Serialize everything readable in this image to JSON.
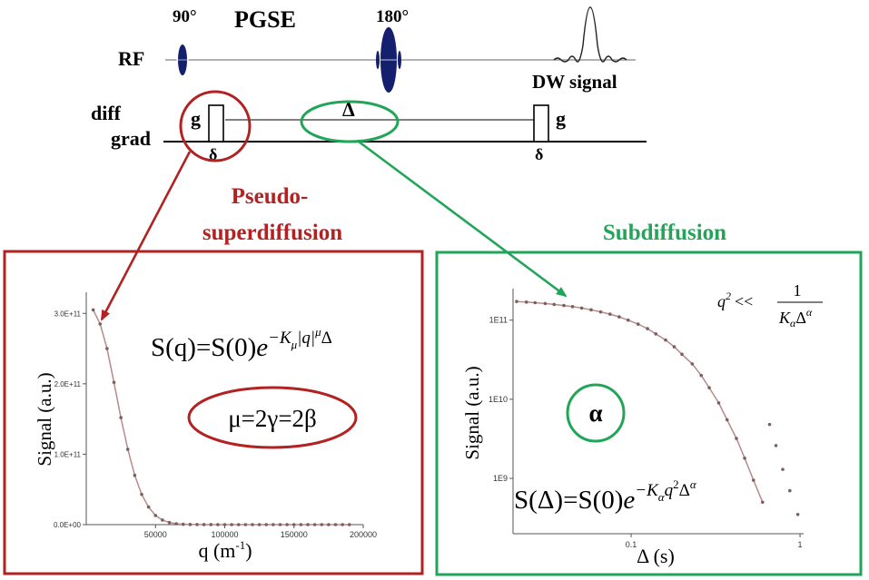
{
  "sequence": {
    "title": "PGSE",
    "pulse_90_label": "90°",
    "pulse_180_label": "180°",
    "rf_label": "RF",
    "dw_signal_label": "DW signal",
    "diff_label": "diff",
    "grad_label": "grad",
    "g_left": "g",
    "g_right": "g",
    "delta_left": "δ",
    "delta_right": "δ",
    "big_delta": "Δ"
  },
  "colors": {
    "red": "#b22222",
    "green": "#22a559",
    "pulse": "#14206e",
    "curve": "#b98a8a",
    "dots": "#7a6060"
  },
  "left_panel": {
    "heading_line1": "Pseudo-",
    "heading_line2": "superdiffusion",
    "ylabel": "Signal (a.u.)",
    "xlabel_main": "q (m",
    "xlabel_sup": "-1",
    "xlabel_close": ")",
    "eq_prefix": "S(q)=S(0)",
    "eq_e": "e",
    "eq_exp": "−K",
    "eq_exp_sub": "μ",
    "eq_exp_rest": "|q|",
    "eq_exp_mu": "μ",
    "eq_exp_delta": "Δ",
    "relation": "μ=2γ=2β"
  },
  "right_panel": {
    "heading": "Subdiffusion",
    "ylabel": "Signal (a.u.)",
    "xlabel": "Δ (s)",
    "alpha_label": "α",
    "cond_lhs": "q",
    "cond_lhs_sup": "2",
    "cond_lt": "<<",
    "cond_num": "1",
    "cond_den_K": "K",
    "cond_den_sub": "α",
    "cond_den_D": "Δ",
    "cond_den_sup": "α",
    "eq_prefix": "S(Δ)=S(0)",
    "eq_e": "e",
    "eq_exp": "−K",
    "eq_exp_sub": "α",
    "eq_exp_q": "q",
    "eq_exp_q2": "2",
    "eq_exp_D": "Δ",
    "eq_exp_Da": "α"
  },
  "chart_data": [
    {
      "type": "scatter",
      "panel": "left",
      "xlabel": "q (m-1)",
      "ylabel": "Signal (a.u.)",
      "xlim": [
        0,
        200000
      ],
      "ylim": [
        0,
        330000000000.0
      ],
      "x_ticks": [
        "50000",
        "100000",
        "150000",
        "200000"
      ],
      "x_tick_values": [
        50000,
        100000,
        150000,
        200000
      ],
      "y_ticks": [
        "0.0E+00",
        "1.0E+11",
        "2.0E+11",
        "3.0E+11"
      ],
      "y_tick_values": [
        0,
        100000000000.0,
        200000000000.0,
        300000000000.0
      ],
      "series": [
        {
          "x": [
            5000,
            10000,
            15000,
            20000,
            25000,
            30000,
            35000,
            40000,
            45000,
            50000,
            55000,
            60000,
            65000,
            70000,
            75000,
            80000,
            85000,
            90000,
            95000,
            100000,
            105000,
            110000,
            115000,
            120000,
            125000,
            130000,
            135000,
            140000,
            145000,
            150000,
            155000,
            160000,
            165000,
            170000,
            175000,
            180000,
            185000,
            190000
          ],
          "y": [
            305000000000.0,
            285000000000.0,
            250000000000.0,
            202000000000.0,
            152000000000.0,
            107000000000.0,
            70000000000.0,
            43000000000.0,
            25000000000.0,
            13000000000.0,
            6500000000.0,
            3000000000.0,
            1300000000.0,
            500000000.0,
            200000000.0,
            100000000.0,
            50000000.0,
            20000000.0,
            10000000.0,
            0,
            0,
            0,
            0,
            0,
            0,
            0,
            0,
            0,
            0,
            0,
            0,
            0,
            0,
            0,
            0,
            0,
            0,
            0
          ]
        }
      ]
    },
    {
      "type": "scatter",
      "panel": "right",
      "xlabel": "Δ (s)",
      "ylabel": "Signal (a.u.)",
      "log_x": true,
      "log_y": true,
      "xlim": [
        0.02,
        1.05
      ],
      "ylim": [
        200000000.0,
        250000000000.0
      ],
      "x_ticks": [
        "0.1",
        "1"
      ],
      "x_tick_values": [
        0.1,
        1
      ],
      "y_ticks": [
        "1E9",
        "1E10",
        "1E11"
      ],
      "y_tick_values": [
        1000000000.0,
        10000000000.0,
        100000000000.0
      ],
      "series": [
        {
          "x": [
            0.021,
            0.024,
            0.027,
            0.031,
            0.035,
            0.04,
            0.045,
            0.051,
            0.058,
            0.066,
            0.075,
            0.085,
            0.096,
            0.11,
            0.125,
            0.14,
            0.16,
            0.18,
            0.2,
            0.23,
            0.26,
            0.29,
            0.33,
            0.37,
            0.42,
            0.47,
            0.53,
            0.6,
            0.66,
            0.72,
            0.79,
            0.87,
            0.97
          ],
          "y": [
            172000000000.0,
            169000000000.0,
            166000000000.0,
            162000000000.0,
            158000000000.0,
            153000000000.0,
            148000000000.0,
            142000000000.0,
            135000000000.0,
            127000000000.0,
            119000000000.0,
            110000000000.0,
            100000000000.0,
            89000000000.0,
            78000000000.0,
            67000000000.0,
            56000000000.0,
            46000000000.0,
            37000000000.0,
            28000000000.0,
            20000000000.0,
            14000000000.0,
            9000000000.0,
            5500000000.0,
            3200000000.0,
            1800000000.0,
            950000000.0,
            500000000.0,
            4800000000.0,
            2600000000.0,
            1300000000.0,
            700000000.0,
            350000000.0
          ]
        }
      ]
    }
  ]
}
